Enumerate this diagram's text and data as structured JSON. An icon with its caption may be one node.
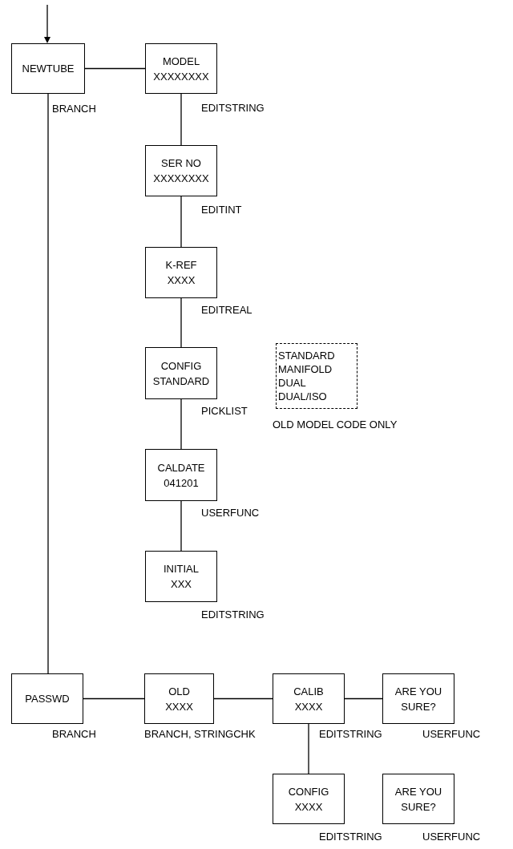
{
  "diagram": {
    "nodes": [
      {
        "text": [
          "NEWTUBE"
        ],
        "beside": [
          "BRANCH"
        ]
      },
      {
        "text": [
          "MODEL",
          "XXXXXXXX"
        ],
        "beside": [
          "EDITSTRING"
        ]
      },
      {
        "text": [
          "SER NO",
          "XXXXXXXX"
        ],
        "beside": [
          "EDITINT"
        ]
      },
      {
        "text": [
          "K-REF",
          "XXXX"
        ],
        "beside": [
          "EDITREAL"
        ]
      },
      {
        "text": [
          "CONFIG",
          "STANDARD"
        ],
        "beside": [
          "PICKLIST"
        ]
      },
      {
        "text": [
          "STANDARD",
          "MANIFOLD",
          "DUAL",
          "DUAL/ISO"
        ],
        "beside": [
          "OLD MODEL CODE ONLY"
        ]
      },
      {
        "text": [
          "CALDATE",
          "041201"
        ],
        "beside": [
          "USERFUNC"
        ]
      },
      {
        "text": [
          "INITIAL",
          "XXX"
        ],
        "beside": [
          "EDITSTRING"
        ]
      },
      {
        "text": [
          "PASSWD"
        ],
        "beside": [
          "BRANCH"
        ]
      },
      {
        "text": [
          "OLD",
          "XXXX"
        ],
        "beside": [
          "BRANCH, STRINGCHK"
        ]
      },
      {
        "text": [
          "CALIB",
          "XXXX"
        ],
        "beside": [
          "EDITSTRING"
        ]
      },
      {
        "text": [
          "ARE YOU SURE?"
        ],
        "beside": [
          "USERFUNC"
        ]
      },
      {
        "text": [
          "CONFIG",
          "XXXX"
        ],
        "beside": [
          "EDITSTRING"
        ]
      },
      {
        "text": [
          "ARE YOU SURE?"
        ],
        "beside": [
          "USERFUNC"
        ]
      }
    ],
    "edges": [
      {
        "from": null,
        "to": 0,
        "arrow": "to"
      },
      {
        "from": 0,
        "to": 1,
        "arrow": "none"
      },
      {
        "from": 1,
        "to": 2,
        "arrow": "none"
      },
      {
        "from": 2,
        "to": 3,
        "arrow": "none"
      },
      {
        "from": 3,
        "to": 4,
        "arrow": "none"
      },
      {
        "from": 4,
        "to": 6,
        "arrow": "none"
      },
      {
        "from": 6,
        "to": 7,
        "arrow": "none"
      },
      {
        "from": 0,
        "to": 8,
        "arrow": "none"
      },
      {
        "from": 8,
        "to": 9,
        "arrow": "none"
      },
      {
        "from": 9,
        "to": 10,
        "arrow": "none"
      },
      {
        "from": 10,
        "to": 11,
        "arrow": "none"
      },
      {
        "from": 10,
        "to": 12,
        "arrow": "none"
      }
    ]
  }
}
